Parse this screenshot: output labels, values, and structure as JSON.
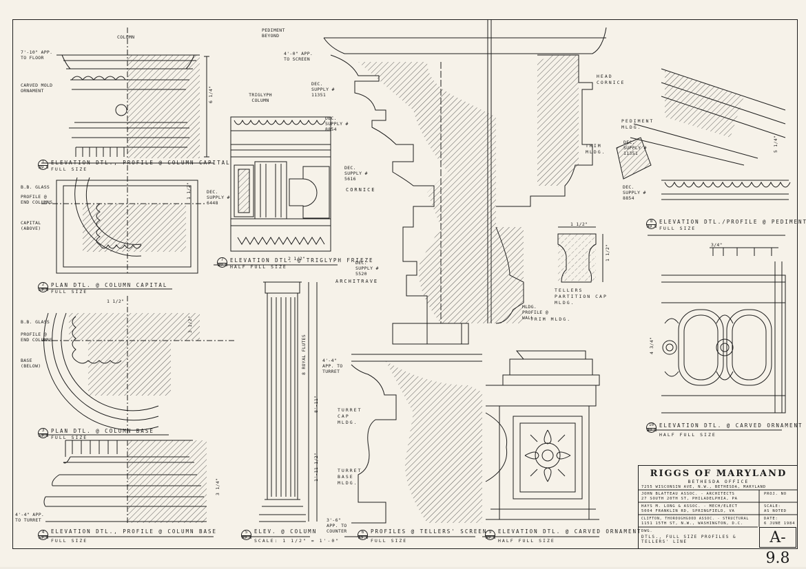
{
  "title_block": {
    "project": "RIGGS OF MARYLAND",
    "office": "BETHESDA OFFICE",
    "address": "7255 WISCONSIN AVE, N.W., BETHESDA, MARYLAND",
    "architect": "JOHN BLATTEAU ASSOC. - ARCHITECTS",
    "architect_addr": "27 SOUTH 20TH ST, PHILADELPHIA, PA",
    "consultant_1": "HAYS M. LONG & ASSOC. - MECH/ELECT",
    "consultant_1_addr": "5004 FRANKLIN RD, SPRINGFIELD, VA",
    "consultant_2": "CLIFTON, THOROUGHGOOD ASSOC. - STRUCTURAL",
    "consultant_2_addr": "1151 15TH ST, N.W., WASHINGTON, D.C.",
    "proj_no_label": "PROJ. NO",
    "scale_label": "SCALE:",
    "scale_value": "AS NOTED",
    "date_label": "DATE:",
    "date_value": "6 JUNE 1984",
    "dwg_label": "DWG.",
    "dwg_title": "DTLS., FULL SIZE PROFILES & TELLERS' LINE",
    "sheet_number": "A-9.8"
  },
  "details": [
    {
      "num": "1",
      "sheet": "A9.8",
      "title": "ELEVATION DTL., PROFILE @ COLUMN CAPITAL",
      "scale": "FULL SIZE"
    },
    {
      "num": "2",
      "sheet": "A9.8",
      "title": "PLAN DTL. @ COLUMN CAPITAL",
      "scale": "FULL SIZE"
    },
    {
      "num": "3",
      "sheet": "A9.8",
      "title": "PLAN DTL. @ COLUMN BASE",
      "scale": "FULL SIZE"
    },
    {
      "num": "4",
      "sheet": "A9.8",
      "title": "ELEVATION DTL., PROFILE @ COLUMN BASE",
      "scale": "FULL SIZE"
    },
    {
      "num": "5",
      "sheet": "A9.8",
      "title": "ELEV. @ COLUMN",
      "scale": "SCALE: 1 1/2\" = 1'-0\""
    },
    {
      "num": "7",
      "sheet": "A9.8",
      "title": "ELEVATION DTL. @ TRIGLYPH FRIEZE",
      "scale": "HALF FULL SIZE"
    },
    {
      "num": "6",
      "sheet": "A9.8",
      "title": "PROFILES @ TELLERS' SCREEN",
      "scale": "FULL SIZE"
    },
    {
      "num": "9",
      "sheet": "A9.8",
      "title": "ELEVATION DTL. @ CARVED ORNAMENT",
      "scale": "HALF FULL SIZE"
    },
    {
      "num": "8",
      "sheet": "A9.8",
      "title": "ELEVATION DTL./PROFILE @ PEDIMENT",
      "scale": "FULL SIZE"
    },
    {
      "num": "10",
      "sheet": "A9.8",
      "title": "ELEVATION DTL. @ CARVED ORNAMENT",
      "scale": "HALF FULL SIZE"
    }
  ],
  "labels": {
    "col_center_1": "COLUMN",
    "triglyph_center": "TRIGLYPH COLUMN",
    "carved_mold": "CARVED MOLD ORNAMENT",
    "app_1": "7'-10\" APP. TO FLOOR",
    "bb_glass": "B.B. GLASS",
    "profile_col": "PROFILE @ END COLUMNS",
    "capital_above": "CAPITAL (ABOVE)",
    "bb_glass_2": "B.B. GLASS",
    "profile_col_2": "PROFILE @ END COLUMNS",
    "base_below": "BASE (BELOW)",
    "app_2": "4'-4\" APP. TO TURRET",
    "pediment_beyond": "PEDIMENT BEYOND",
    "app_3": "4'-0\" APP. TO SCREEN",
    "dec_supply_1": "DEC. SUPPLY # 11351",
    "dec_supply_2": "DEC. SUPPLY # 8854",
    "dec_supply_3": "DEC. SUPPLY # 6448",
    "dec_supply_4": "DEC. SUPPLY # 5616",
    "dec_supply_5": "DEC. SUPPLY # 5520",
    "cornice": "CORNICE",
    "architrave": "ARCHITRAVE",
    "turret_cap": "TURRET CAP MLDG.",
    "turret_base": "TURRET BASE MLDG.",
    "app_4": "4'-4\" APP. TO TURRET",
    "app_5": "3'-6\" APP. TO COUNTER",
    "head_cornice": "HEAD CORNICE",
    "trim_mldg": "TRIM MLDG.",
    "tellers_partition": "TELLERS PARTITION CAP MLDG.",
    "mldg_profile": "MLDG. PROFILE @ WALL",
    "trim_mldg_2": "TRIM MLDG.",
    "pediment_mldg": "PEDIMENT MLDG.",
    "dec_supply_6": "DEC. SUPPLY # 11351",
    "dec_supply_7": "DEC. SUPPLY # 8854",
    "royal_fluted": "8 ROYAL FLUTES",
    "dim_height": "8'-11\"",
    "dim_shaft": "1'-11 1/2\"",
    "dim_cap_h": "3 1/4\"",
    "dim_capital_h": "6 1/4\"",
    "dim_plan_cap": "1 1/2\"",
    "dim_plan_base": "1 1/2\"",
    "dim_bb_h": "3 1/2\"",
    "dim_base_h": "3 1/4\"",
    "dim_frieze": "2 1/2\"",
    "dim_tpc_w": "1 1/2\"",
    "dim_tpc_h": "1 1/2\"",
    "dim_ped": "5 1/4\"",
    "dim_orn_top": "3/4\"",
    "dim_orn_w": "4 3/4\""
  }
}
